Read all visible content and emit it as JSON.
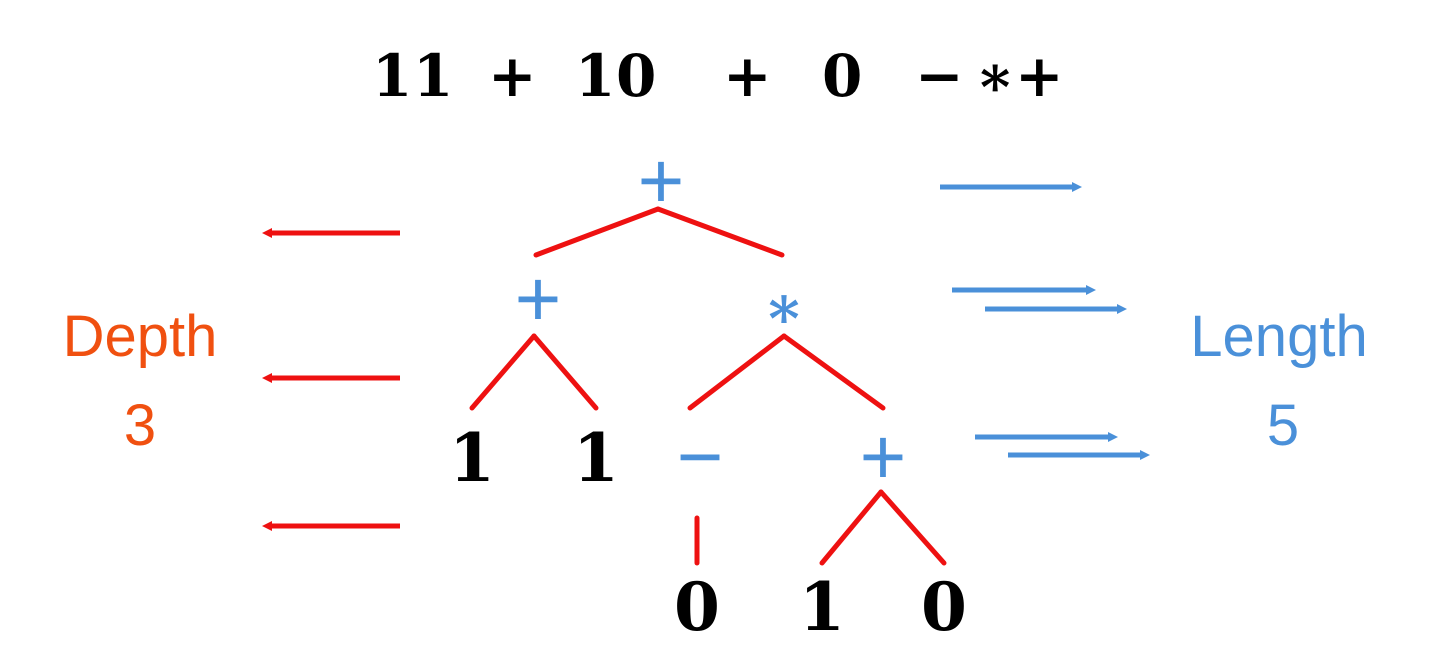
{
  "expression": [
    "1",
    "1",
    "+",
    "1",
    "0",
    "+",
    "0",
    "−",
    "∗",
    "+"
  ],
  "tree": {
    "root": "+",
    "left_op": "+",
    "right_op": "∗",
    "leaf_1a": "1",
    "leaf_1b": "1",
    "minus_op": "−",
    "plus_op": "+",
    "leaf_0a": "0",
    "leaf_1c": "1",
    "leaf_0b": "0"
  },
  "depth": {
    "label": "Depth",
    "value": "3"
  },
  "length": {
    "label": "Length",
    "value": "5"
  },
  "colors": {
    "operator": "#4a90d9",
    "operand": "#000000",
    "edge": "#ee1111",
    "depth_text": "#f05010",
    "length_text": "#4a90d9",
    "depth_arrow": "#ee1111",
    "length_arrow": "#4a90d9"
  }
}
